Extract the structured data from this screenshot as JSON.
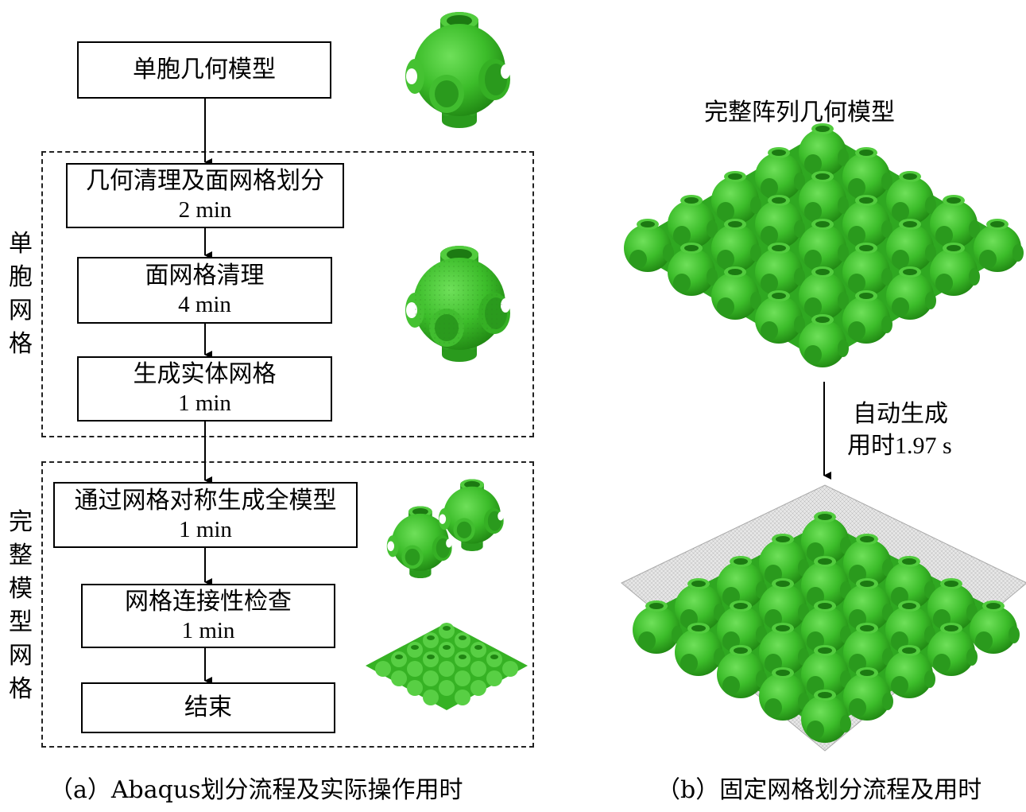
{
  "flow_a": {
    "start": "单胞几何模型",
    "step1": {
      "title": "几何清理及面网格划分",
      "time": "2 min"
    },
    "step2": {
      "title": "面网格清理",
      "time": "4 min"
    },
    "step3": {
      "title": "生成实体网格",
      "time": "1 min"
    },
    "step4": {
      "title": "通过网格对称生成全模型",
      "time": "1 min"
    },
    "step5": {
      "title": "网格连接性检查",
      "time": "1 min"
    },
    "end": "结束"
  },
  "group_labels": {
    "unit_cell_mesh": [
      "单",
      "胞",
      "网",
      "格"
    ],
    "full_model_mesh": [
      "完",
      "整",
      "模",
      "型",
      "网",
      "格"
    ]
  },
  "panel_b": {
    "title": "完整阵列几何模型",
    "arrow_line1": "自动生成",
    "arrow_line2": "用时1.97 s"
  },
  "captions": {
    "a": "（a）Abaqus划分流程及实际操作用时",
    "b": "（b）固定网格划分流程及用时"
  },
  "colors": {
    "model_green": "#3fbf2e",
    "model_dark": "#1f8a14",
    "mesh_grey": "#c8c8c8"
  }
}
